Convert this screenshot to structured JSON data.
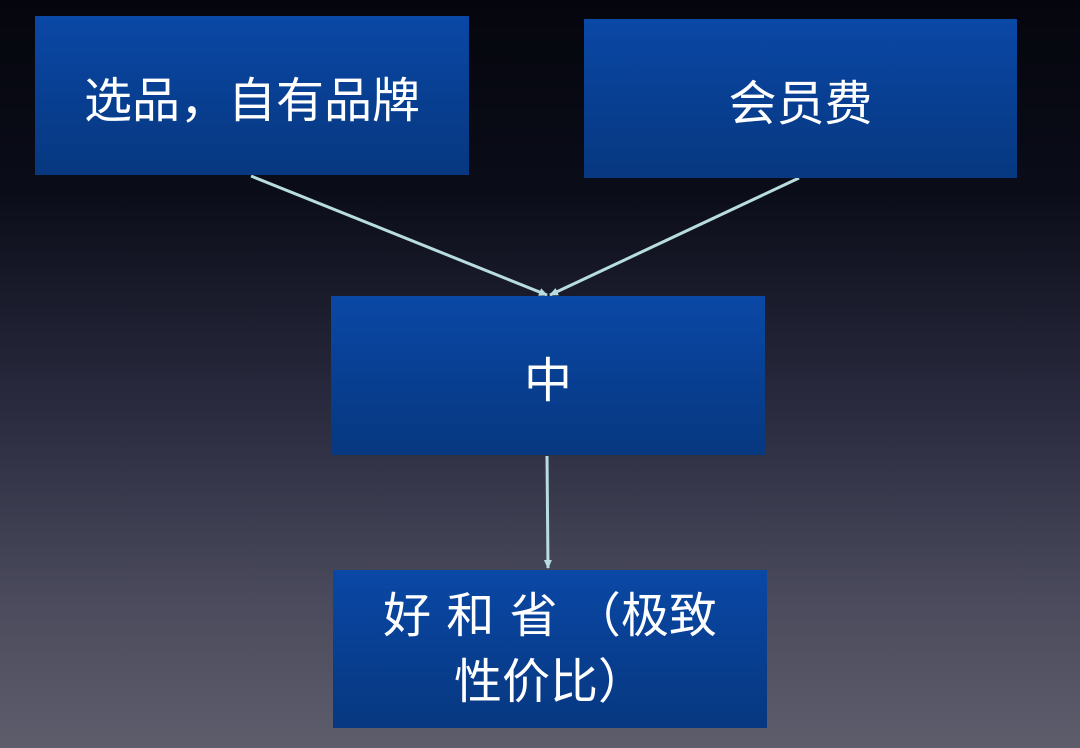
{
  "diagram": {
    "nodes": [
      {
        "id": "selection",
        "label": "选品，自有品牌"
      },
      {
        "id": "membership",
        "label": "会员费"
      },
      {
        "id": "center",
        "label": "中"
      },
      {
        "id": "result",
        "label_line1": "好 和 省 （极致",
        "label_line2": "性价比）"
      }
    ],
    "edges": [
      {
        "from": "selection",
        "to": "center"
      },
      {
        "from": "membership",
        "to": "center"
      },
      {
        "from": "center",
        "to": "result"
      }
    ],
    "colors": {
      "node_fill": "#0a48a6",
      "connector": "#b8dde0",
      "text": "#ffffff"
    }
  }
}
